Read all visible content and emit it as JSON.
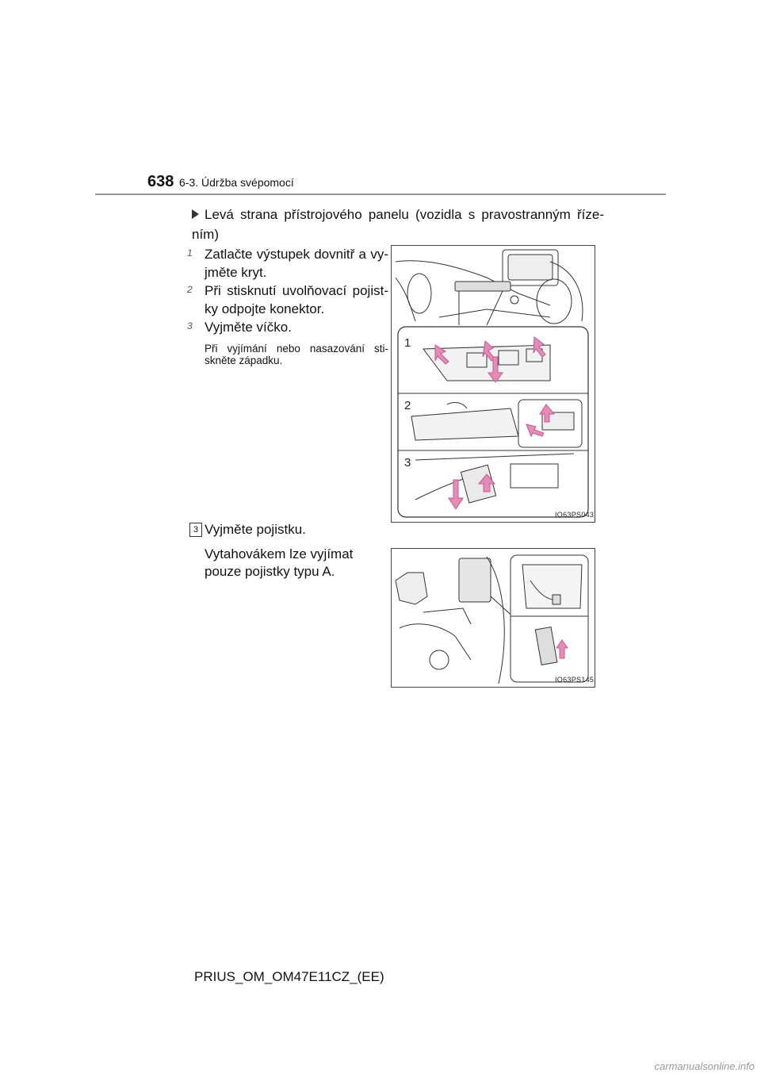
{
  "header": {
    "page_number": "638",
    "section": "6-3. Údržba svépomocí"
  },
  "subheading": "Levá strana přístrojového panelu (vozidla s pravostranným říze-ním)",
  "steps": [
    {
      "num": "1",
      "text": "Zatlačte výstupek dovnitř a vy-jměte kryt."
    },
    {
      "num": "2",
      "text": "Při stisknutí uvolňovací pojist-ky odpojte konektor."
    },
    {
      "num": "3",
      "text": "Vyjměte víčko."
    }
  ],
  "note": "Při vyjímání nebo nasazování sti-skněte západku.",
  "step3": {
    "num": "3",
    "title": "Vyjměte pojistku.",
    "detail": "Vytahovákem lze vyjímat pouze pojistky typu A."
  },
  "figures": [
    {
      "code": "IO63PS043",
      "callouts": [
        "1",
        "2",
        "3"
      ]
    },
    {
      "code": "IO63PS145"
    }
  ],
  "footer": "PRIUS_OM_OM47E11CZ_(EE)",
  "watermark": "carmanualsonline.info",
  "colors": {
    "arrow": "#e58bb8",
    "arrow_stroke": "#c25a8f",
    "line": "#333333"
  }
}
